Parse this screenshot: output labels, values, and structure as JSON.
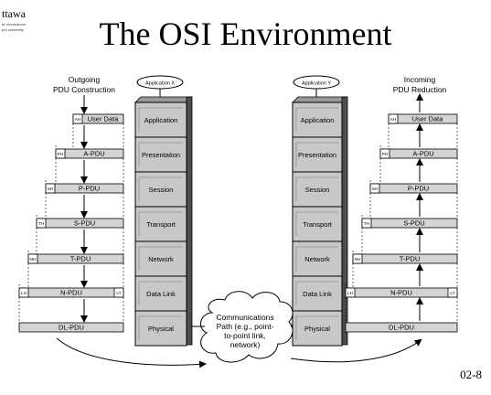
{
  "header": {
    "logo_text": "ttawa",
    "logo_small_1": "té d'excellence",
    "logo_small_2": "ty's university"
  },
  "title": "The OSI Environment",
  "page_number": "02-8",
  "left": {
    "heading_1": "Outgoing",
    "heading_2": "PDU Construction",
    "rows": [
      {
        "header": "AH",
        "label": "User Data",
        "trailer": ""
      },
      {
        "header": "PH",
        "label": "A-PDU",
        "trailer": ""
      },
      {
        "header": "SH",
        "label": "P-PDU",
        "trailer": ""
      },
      {
        "header": "TH",
        "label": "S-PDU",
        "trailer": ""
      },
      {
        "header": "NH",
        "label": "T-PDU",
        "trailer": ""
      },
      {
        "header": "LH",
        "label": "N-PDU",
        "trailer": "LT"
      },
      {
        "header": "",
        "label": "DL-PDU",
        "trailer": ""
      }
    ]
  },
  "right": {
    "heading_1": "Incoming",
    "heading_2": "PDU Reduction",
    "rows": [
      {
        "header": "AH",
        "label": "User Data",
        "trailer": ""
      },
      {
        "header": "PH",
        "label": "A-PDU",
        "trailer": ""
      },
      {
        "header": "SH",
        "label": "P-PDU",
        "trailer": ""
      },
      {
        "header": "TH",
        "label": "S-PDU",
        "trailer": ""
      },
      {
        "header": "NH",
        "label": "T-PDU",
        "trailer": ""
      },
      {
        "header": "LH",
        "label": "N-PDU",
        "trailer": "LT"
      },
      {
        "header": "",
        "label": "DL-PDU",
        "trailer": ""
      }
    ]
  },
  "app_x": "Application X",
  "app_y": "Application Y",
  "layers": [
    "Application",
    "Presentation",
    "Session",
    "Transport",
    "Network",
    "Data Link",
    "Physical"
  ],
  "comm_path": [
    "Communications",
    "Path (e.g., point-",
    "to-point link,",
    "network)"
  ]
}
